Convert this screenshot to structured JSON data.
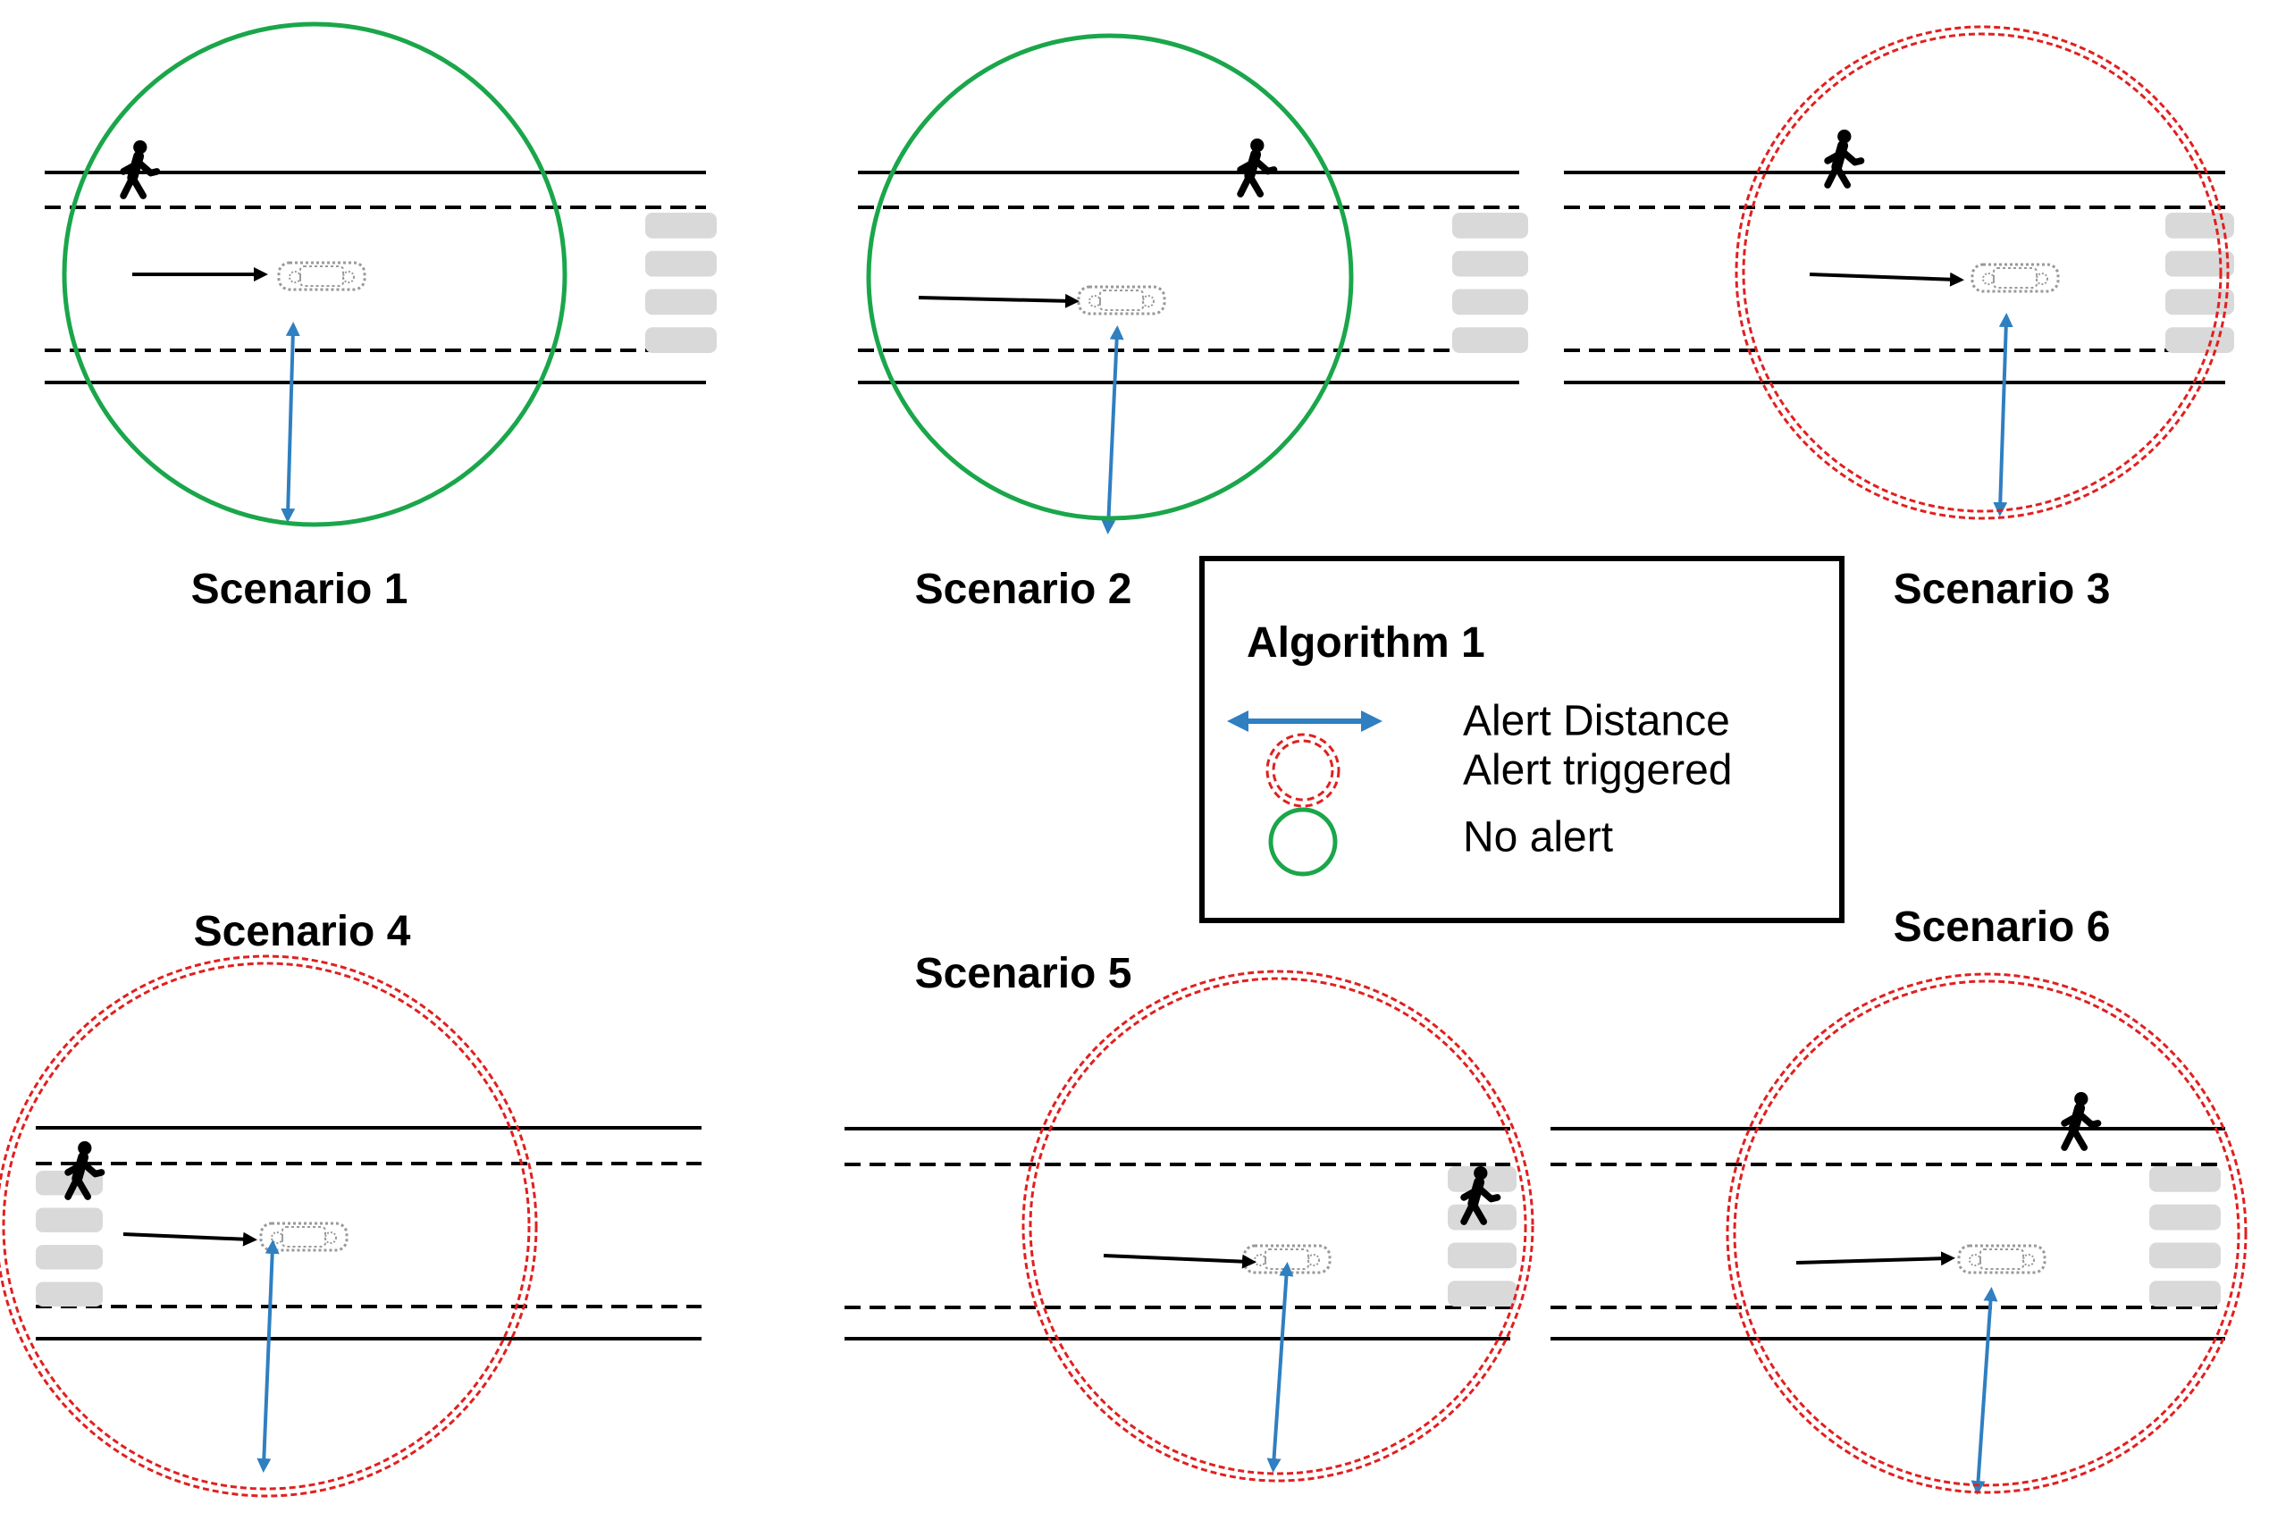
{
  "legend": {
    "title": "Algorithm 1",
    "items": [
      {
        "symbol": "double-arrow-icon",
        "label": "Alert Distance"
      },
      {
        "symbol": "dashed-red-circle-icon",
        "label": "Alert triggered"
      },
      {
        "symbol": "green-circle-icon",
        "label": "No alert"
      }
    ]
  },
  "colors": {
    "no_alert": "#1aa64a",
    "alert": "#e02020",
    "arrow": "#2f7fc1",
    "road": "#000000",
    "crosswalk": "#d9d9d9",
    "car": "#999999"
  },
  "scenarios": [
    {
      "label": "Scenario 1",
      "status": "no-alert",
      "pedestrian": "sidewalk"
    },
    {
      "label": "Scenario 2",
      "status": "no-alert",
      "pedestrian": "sidewalk"
    },
    {
      "label": "Scenario 3",
      "status": "alert",
      "pedestrian": "sidewalk"
    },
    {
      "label": "Scenario 4",
      "status": "alert",
      "pedestrian": "crosswalk"
    },
    {
      "label": "Scenario 5",
      "status": "alert",
      "pedestrian": "crosswalk"
    },
    {
      "label": "Scenario 6",
      "status": "alert",
      "pedestrian": "sidewalk"
    }
  ]
}
